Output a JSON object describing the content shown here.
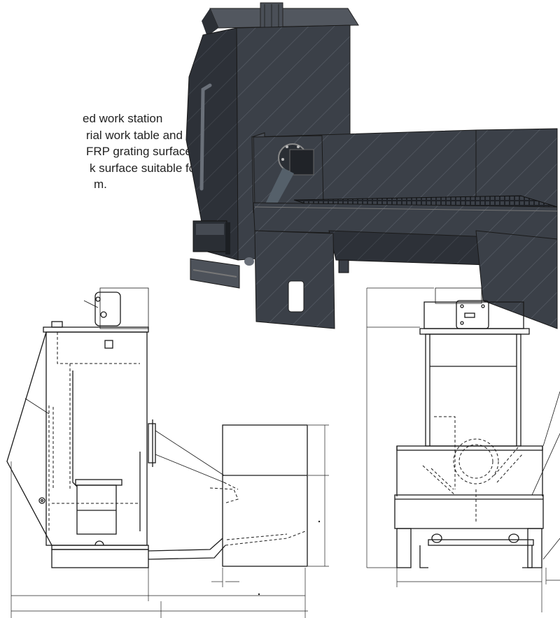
{
  "description": {
    "lines": [
      "ed work station",
      "rial work table and",
      "FRP grating surface",
      "k surface suitable for",
      "m."
    ]
  },
  "drawing": {
    "render_color": "#3a3f47",
    "line_color": "#1a1a1a"
  }
}
